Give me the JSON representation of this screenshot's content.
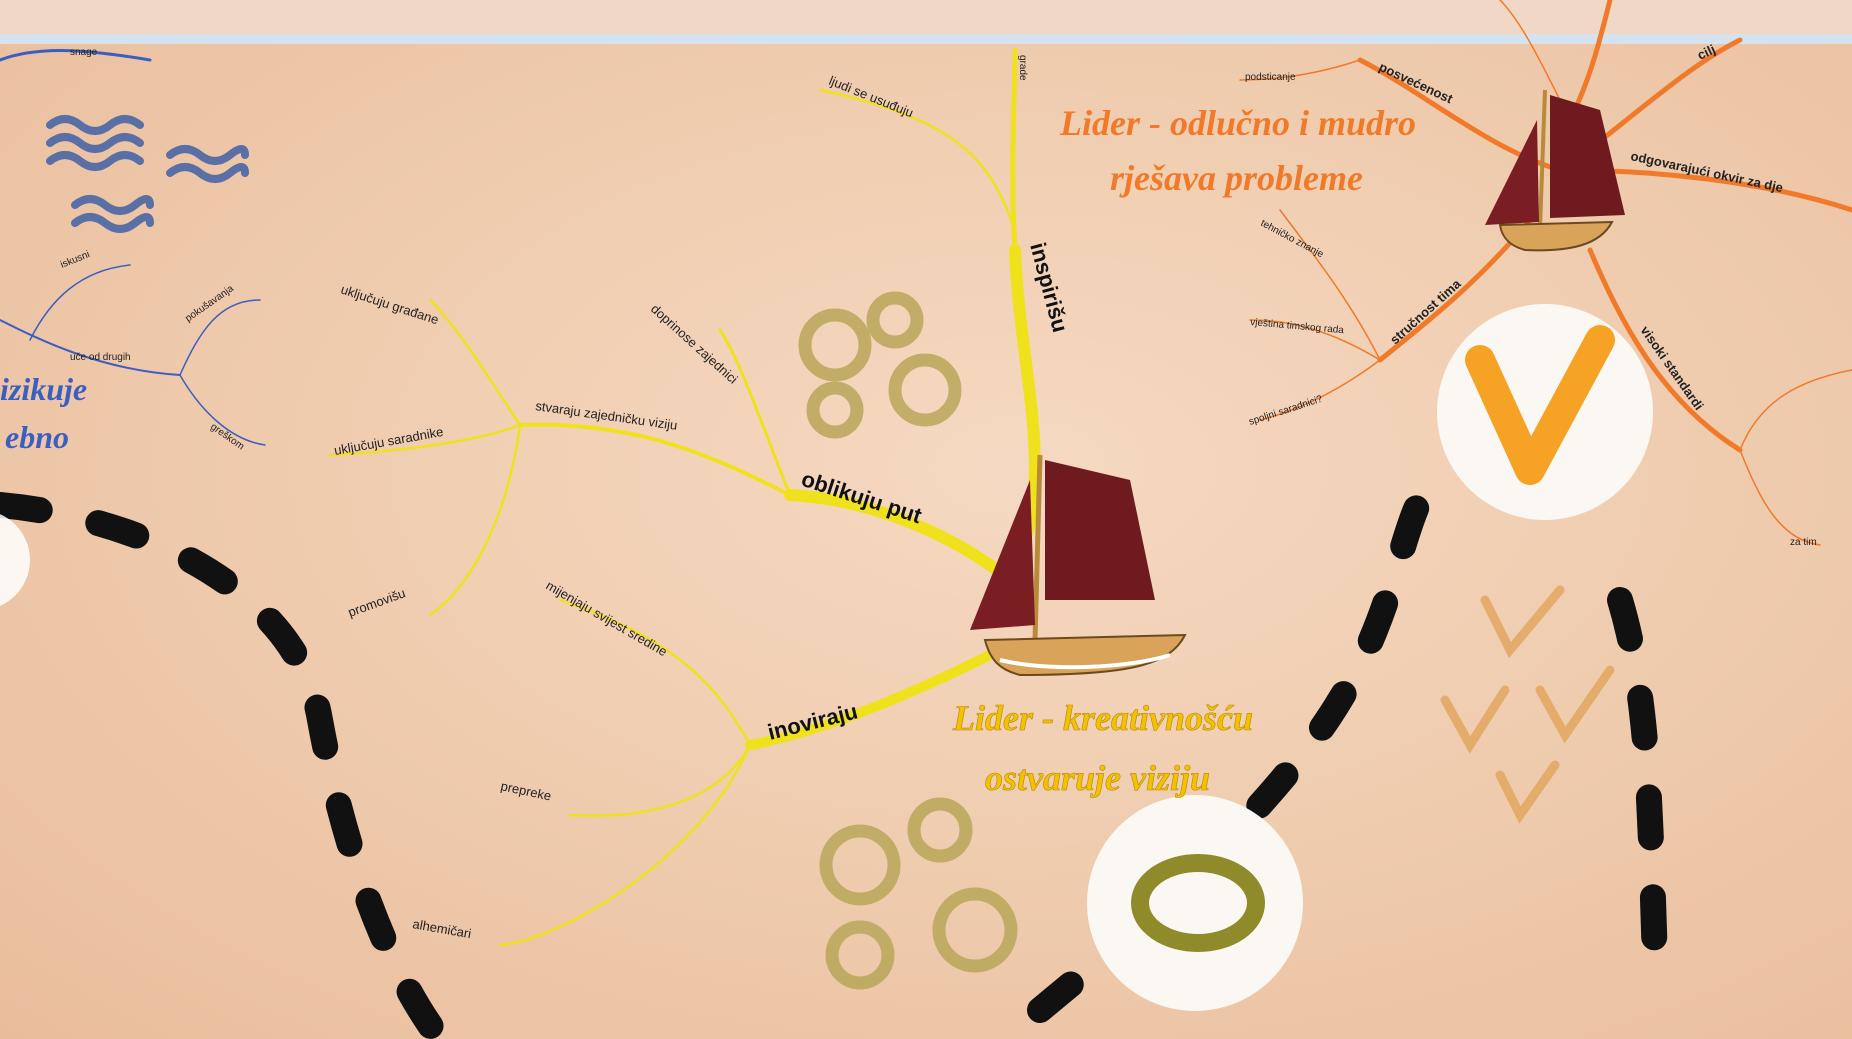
{
  "yellow_map": {
    "title_line1": "Lider - kreativnošću",
    "title_line2": "ostvaruje viziju",
    "main_branches": [
      "oblikuju put",
      "inoviraju",
      "inspirišu"
    ],
    "sub_branches": [
      "stvaraju zajedničku viziju",
      "doprinose zajednici",
      "mijenjaju svijest sredine",
      "prepreke",
      "alhemičari",
      "ljudi se usuđuju",
      "grade"
    ],
    "leaves": [
      "uključuju građane",
      "uključuju saradnike",
      "promovišu"
    ]
  },
  "orange_map": {
    "title_line1": "Lider - odlučno i mudro",
    "title_line2": "rješava probleme",
    "main_branches": [
      "posvećenost",
      "cilj",
      "odgovarajući okvir za dje",
      "stručnost tima",
      "visoki standardi"
    ],
    "small_leaves": [
      "podsticanje",
      "tehničko znanje",
      "vještina timskog rada",
      "spoljni saradnici?",
      "za tim"
    ]
  },
  "blue_map": {
    "title_line1": "izikuje",
    "title_line2": "ebno",
    "labels": [
      "snage",
      "iskusni",
      "uče od drugih",
      "pokušavanja",
      "greškom"
    ]
  },
  "icons": [
    "wave-icon",
    "sailboat-icon",
    "checkmark-icon",
    "circle-seal-icon"
  ],
  "colors": {
    "background": "#f0cdb0",
    "yellow": "#f2e11a",
    "orange": "#f07a2a",
    "blue": "#3a5fc0",
    "path": "#111111"
  }
}
